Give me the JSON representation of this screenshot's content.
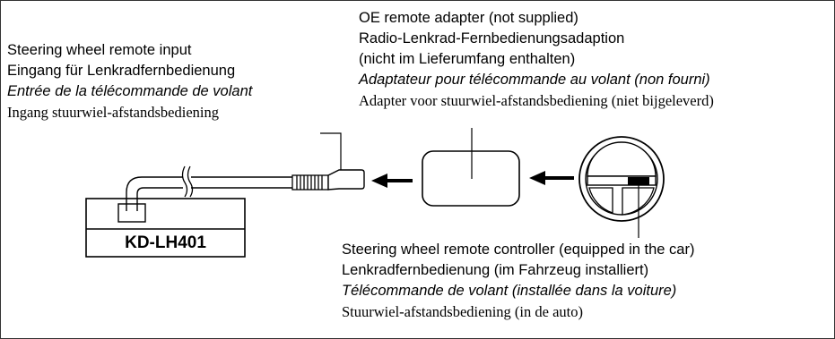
{
  "labels": {
    "remote_input": {
      "en": "Steering wheel remote input",
      "de": "Eingang für Lenkradfernbedienung",
      "fr": "Entrée de la télécommande de volant",
      "nl": "Ingang stuurwiel-afstandsbediening"
    },
    "adapter": {
      "en": "OE remote adapter (not supplied)",
      "de": "Radio-Lenkrad-Fernbedienungsadaption",
      "de_note": "(nicht im Lieferumfang enthalten)",
      "fr": "Adaptateur pour télécommande au volant (non fourni)",
      "nl": "Adapter voor stuurwiel-afstandsbediening (niet bijgeleverd)"
    },
    "controller": {
      "en": "Steering wheel remote controller (equipped in the car)",
      "de": "Lenkradfernbedienung (im Fahrzeug installiert)",
      "fr": "Télécommande de volant (installée dans la voiture)",
      "nl": "Stuurwiel-afstandsbediening (in de auto)"
    }
  },
  "unit": {
    "model": "KD-LH401"
  },
  "colors": {
    "line": "#000000",
    "background": "#ffffff"
  }
}
